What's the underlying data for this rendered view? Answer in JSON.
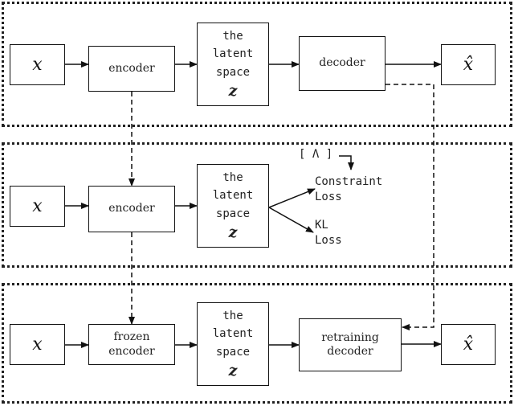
{
  "panels": [
    {
      "input_symbol": "x",
      "encoder_label": "encoder",
      "latent": {
        "line1": "the",
        "line2": "latent",
        "line3": "space",
        "symbol": "z"
      },
      "decoder_label": "decoder",
      "output_symbol": "x̂"
    },
    {
      "input_symbol": "x",
      "encoder_label": "encoder",
      "latent": {
        "line1": "the",
        "line2": "latent",
        "line3": "space",
        "symbol": "z"
      },
      "lambda_label": "[ Λ ]",
      "constraint_loss": {
        "line1": "Constraint",
        "line2": "Loss"
      },
      "kl_loss": {
        "line1": "KL",
        "line2": "Loss"
      }
    },
    {
      "input_symbol": "x",
      "encoder_label": {
        "line1": "frozen",
        "line2": "encoder"
      },
      "latent": {
        "line1": "the",
        "line2": "latent",
        "line3": "space",
        "symbol": "z"
      },
      "decoder_label": {
        "line1": "retraining",
        "line2": "decoder"
      },
      "output_symbol": "x̂"
    }
  ]
}
